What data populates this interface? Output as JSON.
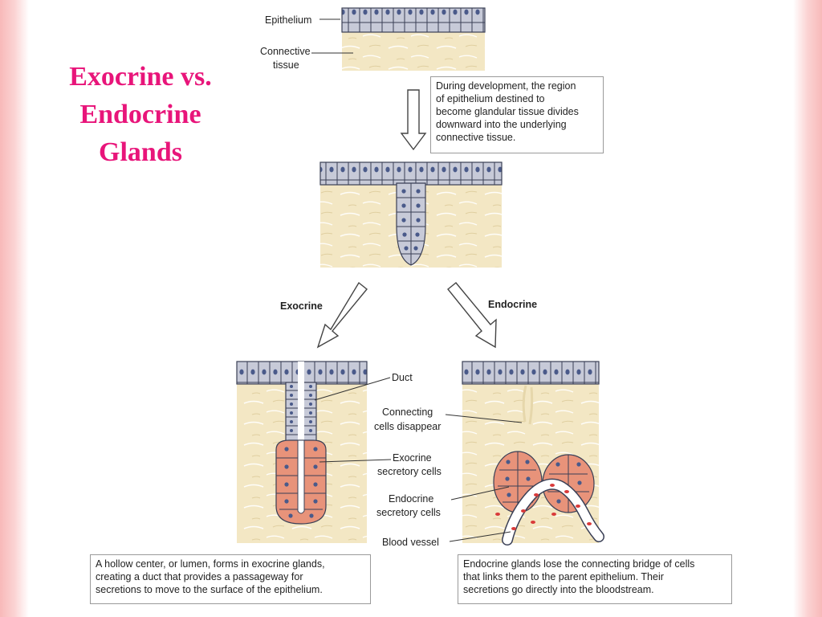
{
  "title": {
    "line1": "Exocrine vs.",
    "line2": "Endocrine",
    "line3": "Glands"
  },
  "labels": {
    "epithelium": "Epithelium",
    "connective_1": "Connective",
    "connective_2": "tissue",
    "exocrine": "Exocrine",
    "endocrine": "Endocrine",
    "duct": "Duct",
    "connecting_1": "Connecting",
    "connecting_2": "cells disappear",
    "exo_cells_1": "Exocrine",
    "exo_cells_2": "secretory cells",
    "endo_cells_1": "Endocrine",
    "endo_cells_2": "secretory cells",
    "blood_vessel": "Blood vessel"
  },
  "captions": {
    "development": [
      "During development, the region",
      "of epithelium destined to",
      "become glandular tissue divides",
      "downward into the underlying",
      "connective tissue."
    ],
    "exocrine": [
      "A hollow center, or lumen, forms in exocrine glands,",
      "creating a duct that provides a passageway for",
      "secretions to move to the surface of the epithelium."
    ],
    "endocrine": [
      "Endocrine glands lose the connecting bridge of cells",
      "that links them to the parent epithelium. Their",
      "secretions go directly into the bloodstream."
    ]
  },
  "colors": {
    "title": "#e8157a",
    "connective_tissue": "#f3e7c4",
    "epithelial_cell": "#c7cad8",
    "nucleus": "#4a5a8a",
    "secretory_cell": "#e8937a",
    "blood_cell": "#d93a3a"
  }
}
